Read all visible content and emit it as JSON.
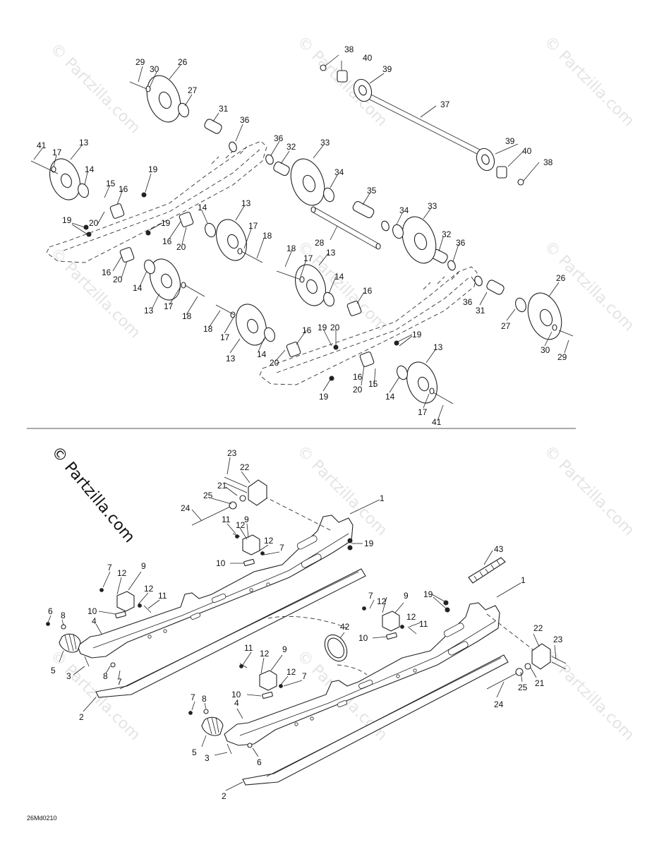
{
  "watermark": "© Partzilla.com",
  "watermark_dark": "© Partzilla.com",
  "drawing_code": "26Md0210",
  "callouts": {
    "c1": "1",
    "c2": "2",
    "c3": "3",
    "c4": "4",
    "c5": "5",
    "c6": "6",
    "c7": "7",
    "c8": "8",
    "c9": "9",
    "c10": "10",
    "c11": "11",
    "c12": "12",
    "c13": "13",
    "c14": "14",
    "c15": "15",
    "c16": "16",
    "c17": "17",
    "c18": "18",
    "c19": "19",
    "c20": "20",
    "c21": "21",
    "c22": "22",
    "c23": "23",
    "c24": "24",
    "c25": "25",
    "c26": "26",
    "c27": "27",
    "c28": "28",
    "c29": "29",
    "c30": "30",
    "c31": "31",
    "c32": "32",
    "c33": "33",
    "c34": "34",
    "c35": "35",
    "c36": "36",
    "c37": "37",
    "c38": "38",
    "c39": "39",
    "c40": "40",
    "c41": "41",
    "c42": "42",
    "c43": "43"
  },
  "colors": {
    "line": "#222222",
    "watermark": "#e4e4e4",
    "background": "#ffffff"
  }
}
